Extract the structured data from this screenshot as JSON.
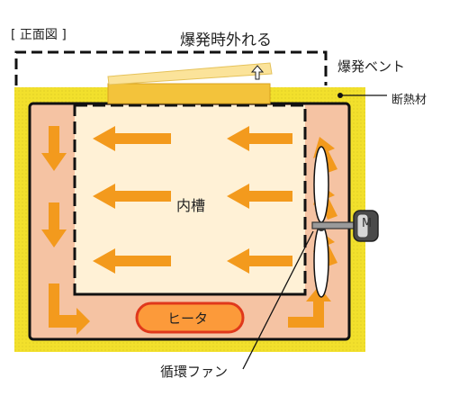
{
  "labels": {
    "view": "[ 正面図 ]",
    "blowout_when_open": "爆発時外れる",
    "explosion_vent": "爆発ベント",
    "insulation": "断熱材",
    "inner_chamber": "内槽",
    "heater": "ヒータ",
    "circulation_fan": "循環ファン",
    "motor": "M"
  },
  "colors": {
    "insulation_yellow": "#f2e02c",
    "outer_frame": "#111111",
    "air_duct_pink": "#f5c3a3",
    "inner_chamber_fill": "#fff1d6",
    "vent_panel": "#f3c33b",
    "vent_panel_open": "#fbe39a",
    "arrow_orange": "#f39a1d",
    "heater_fill": "#fc9a3a",
    "heater_stroke": "#e0381b",
    "fan_blade": "#ffffff",
    "motor_dark": "#555555"
  },
  "icons": {
    "vent_release": "upward-outline-arrow",
    "airflow": "orange-arrows"
  }
}
